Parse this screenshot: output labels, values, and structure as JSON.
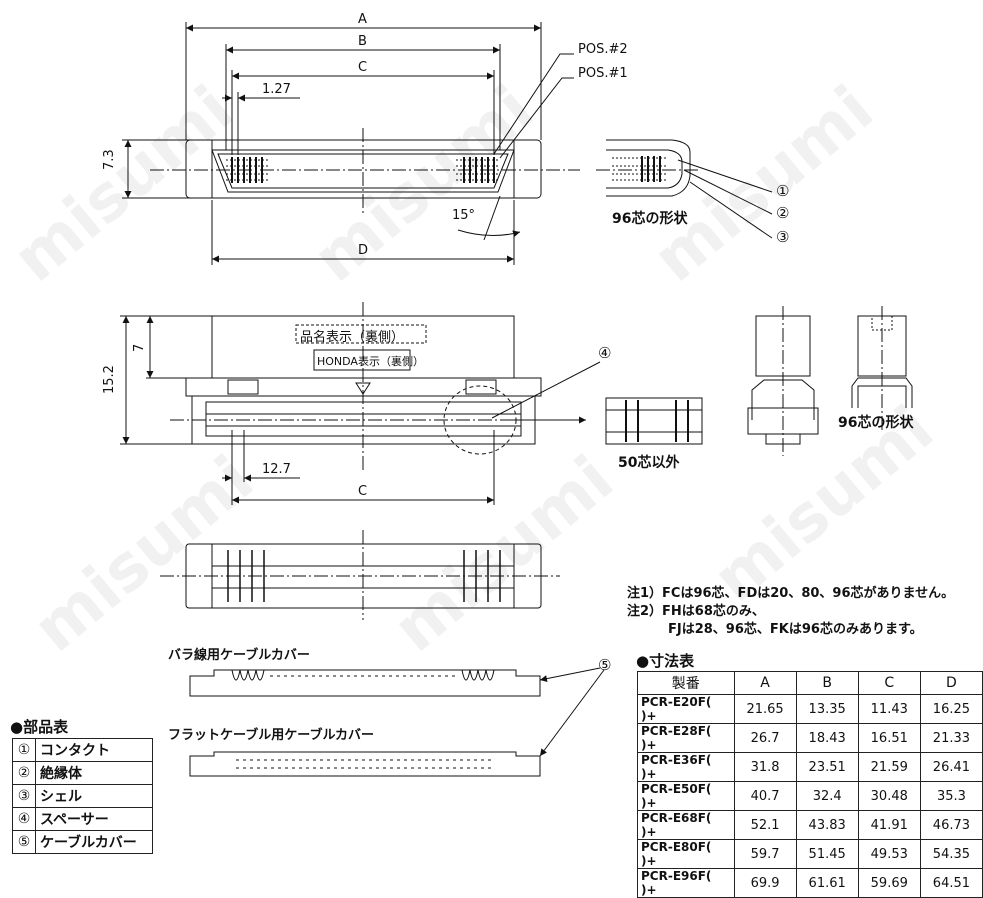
{
  "watermark": "misumi",
  "top_view": {
    "dim_a": "A",
    "dim_b": "B",
    "dim_c": "C",
    "dim_d": "D",
    "pitch": "1.27",
    "height": "7.3",
    "angle": "15°",
    "pos2": "POS.#2",
    "pos1": "POS.#1"
  },
  "side_96": {
    "caption": "96芯の形状",
    "callouts": [
      "①",
      "②",
      "③"
    ]
  },
  "front_view": {
    "total_height": "15.2",
    "upper_height": "7",
    "label_name": "品名表示（裏側）",
    "label_honda": "HONDA表示（裏側）",
    "pitch": "12.7",
    "dim_c": "C",
    "callout": "④",
    "detail_caption": "50芯以外"
  },
  "spacer_96": {
    "caption": "96芯の形状"
  },
  "notes": [
    "注1）FCは96芯、FDは20、80、96芯がありません。",
    "注2）FHは68芯のみ、",
    "FJは28、96芯、FKは96芯のみあります。"
  ],
  "covers": {
    "bara": "バラ線用ケーブルカバー",
    "flat": "フラットケーブル用ケーブルカバー",
    "callout": "⑤"
  },
  "parts_table": {
    "title": "●部品表",
    "rows": [
      {
        "no": "①",
        "name": "コンタクト"
      },
      {
        "no": "②",
        "name": "絶縁体"
      },
      {
        "no": "③",
        "name": "シェル"
      },
      {
        "no": "④",
        "name": "スペーサー"
      },
      {
        "no": "⑤",
        "name": "ケーブルカバー"
      }
    ]
  },
  "dims_table": {
    "title": "●寸法表",
    "headers": [
      "製番",
      "A",
      "B",
      "C",
      "D"
    ],
    "rows": [
      [
        "PCR-E20F(  )+",
        "21.65",
        "13.35",
        "11.43",
        "16.25"
      ],
      [
        "PCR-E28F(  )+",
        "26.7",
        "18.43",
        "16.51",
        "21.33"
      ],
      [
        "PCR-E36F(  )+",
        "31.8",
        "23.51",
        "21.59",
        "26.41"
      ],
      [
        "PCR-E50F(  )+",
        "40.7",
        "32.4",
        "30.48",
        "35.3"
      ],
      [
        "PCR-E68F(  )+",
        "52.1",
        "43.83",
        "41.91",
        "46.73"
      ],
      [
        "PCR-E80F(  )+",
        "59.7",
        "51.45",
        "49.53",
        "54.35"
      ],
      [
        "PCR-E96F(  )+",
        "69.9",
        "61.61",
        "59.69",
        "64.51"
      ]
    ]
  }
}
